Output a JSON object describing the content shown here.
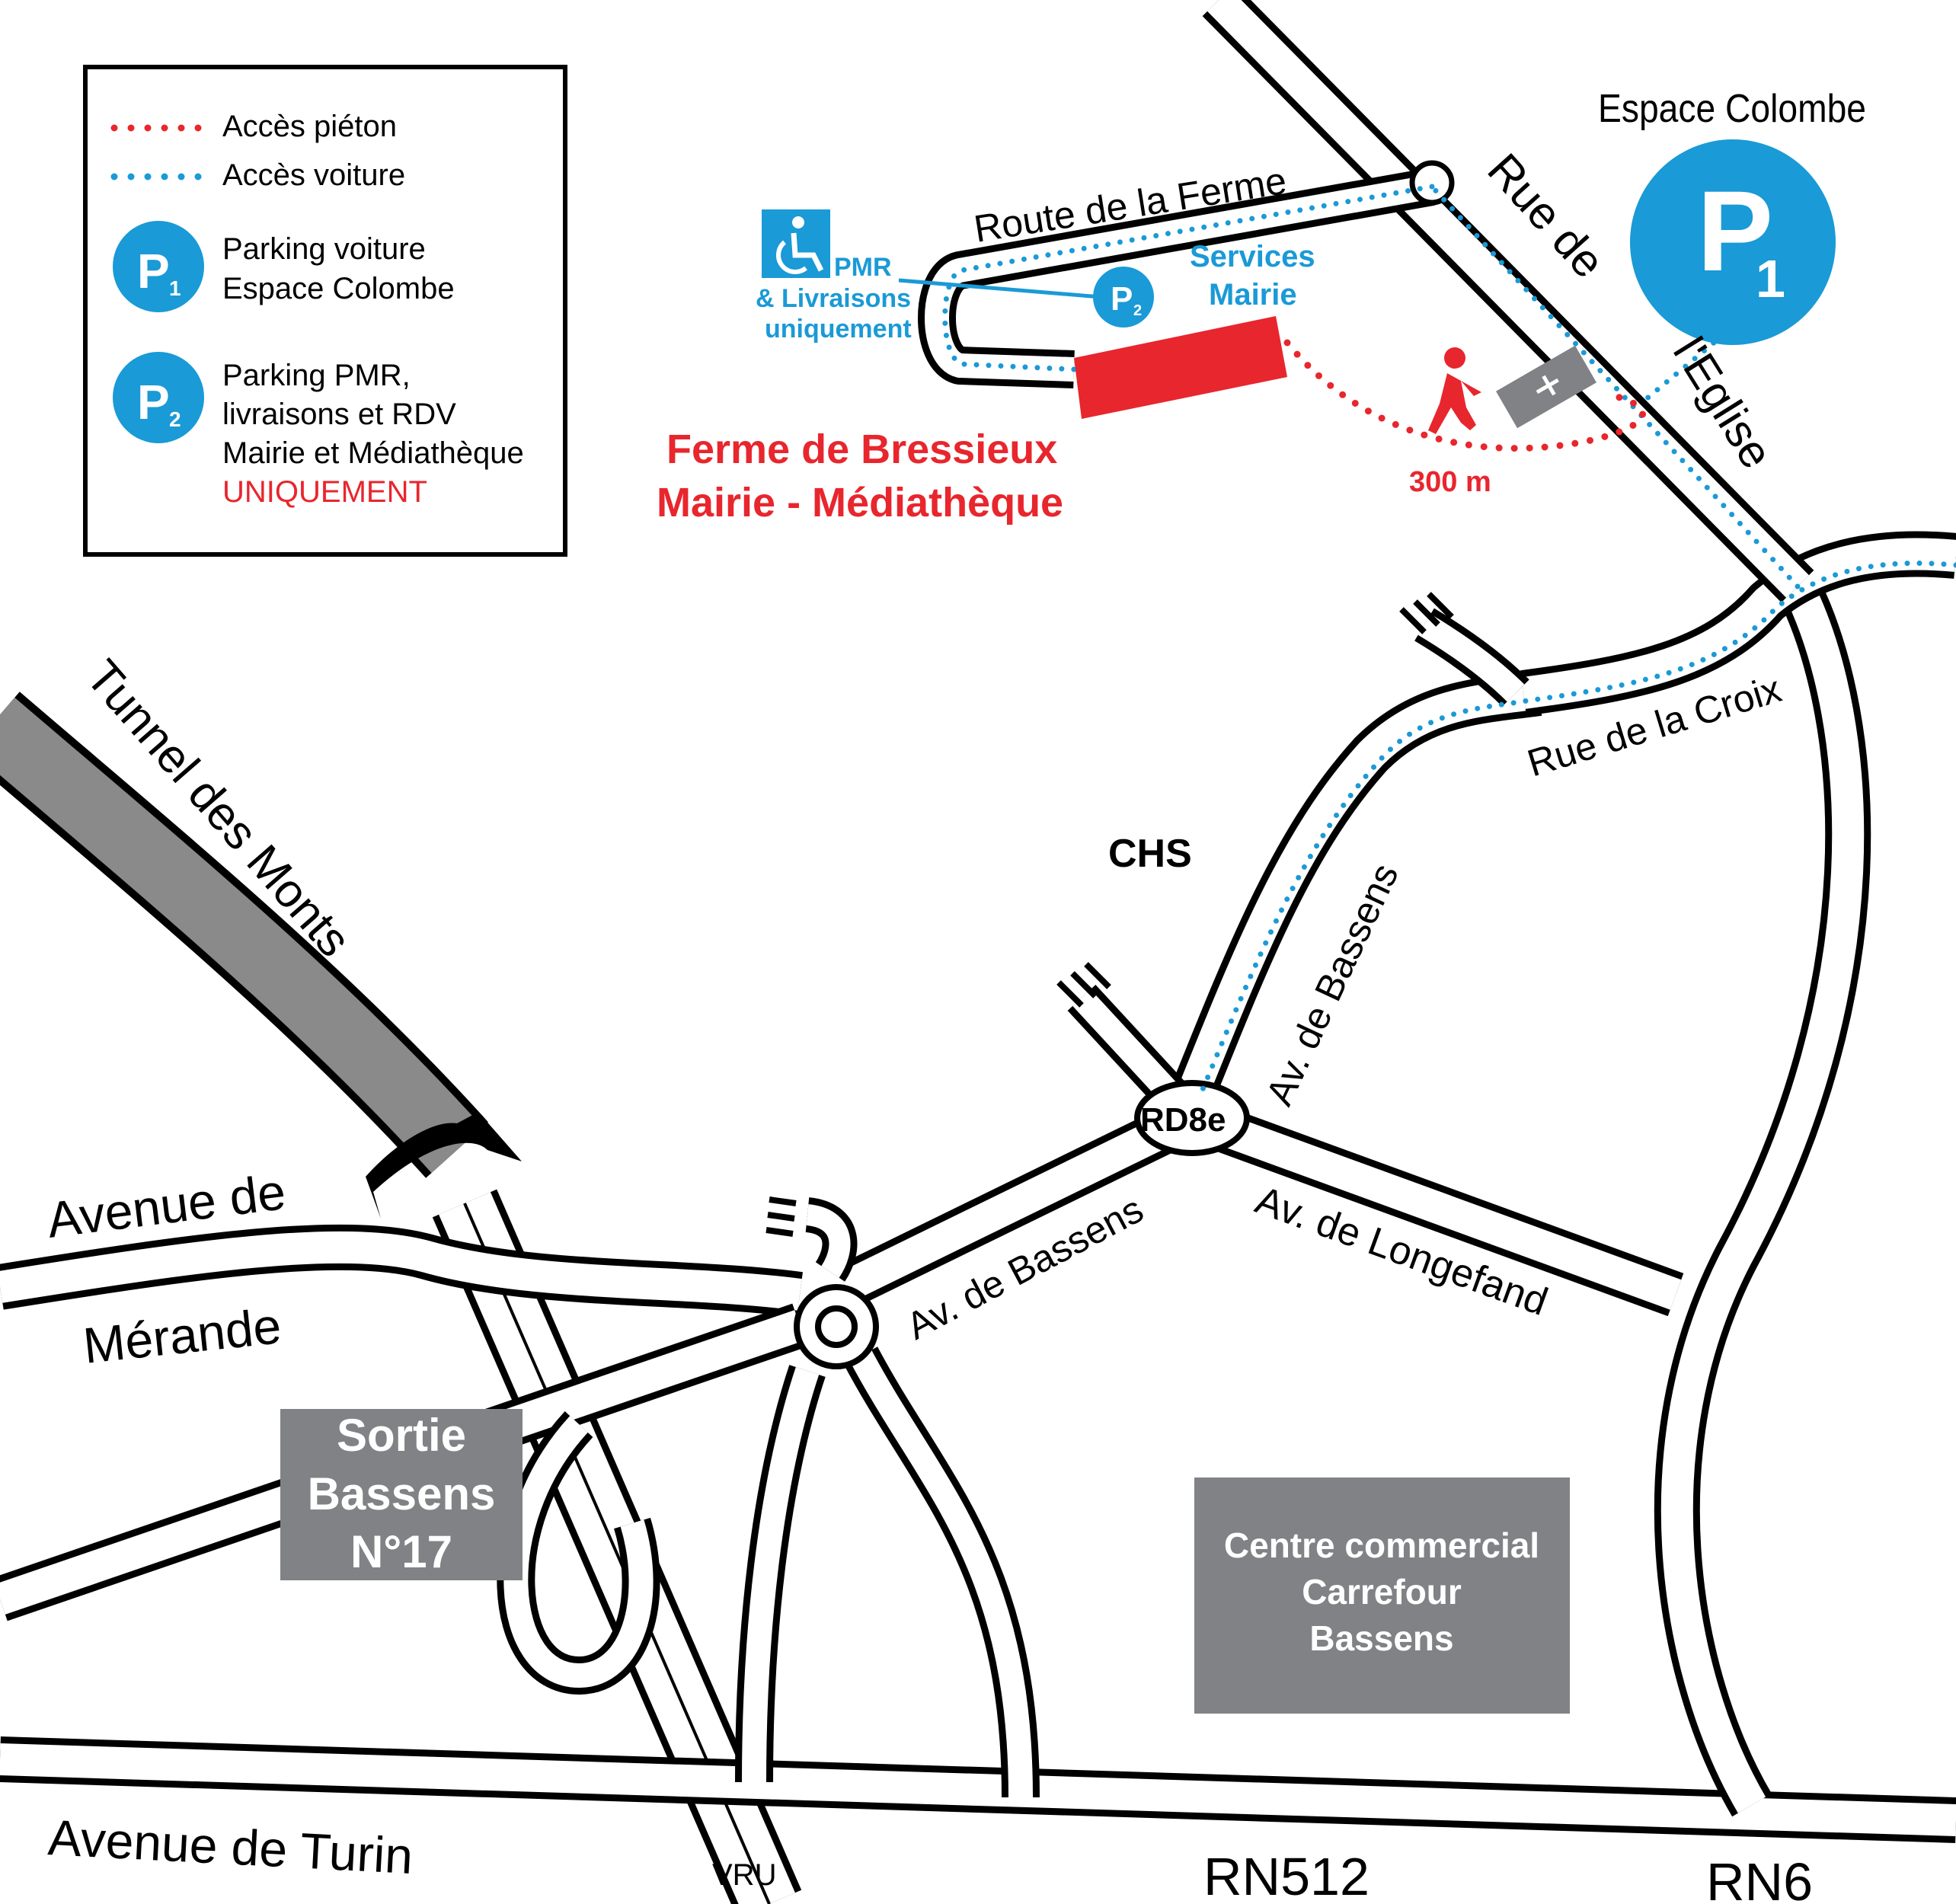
{
  "legend": {
    "pedestrian": "Accès piéton",
    "car": "Accès voiture",
    "p1_line1": "Parking voiture",
    "p1_line2": "Espace Colombe",
    "p2_line1": "Parking PMR,",
    "p2_line2": "livraisons et RDV",
    "p2_line3": "Mairie et Médiathèque",
    "p2_line4": "UNIQUEMENT",
    "p1_symbol": "P",
    "p1_sub": "1",
    "p2_symbol": "P",
    "p2_sub": "2"
  },
  "labels": {
    "espace_colombe": "Espace Colombe",
    "route_ferme": "Route de la Ferme",
    "rue_de": "Rue de",
    "eglise": "l'Eglise",
    "pmr_l1": "PMR",
    "pmr_l2": "& Livraisons",
    "pmr_l3": "uniquement",
    "services_l1": "Services",
    "services_l2": "Mairie",
    "ferme_l1": "Ferme de Bressieux",
    "ferme_l2": "Mairie - Médiathèque",
    "distance": "300 m",
    "rue_croix": "Rue de la Croix",
    "chs": "CHS",
    "tunnel": "Tunnel des Monts",
    "av_bassens_ne": "Av. de Bassens",
    "av_bassens_sw": "Av. de Bassens",
    "rd8e": "RD8e",
    "avenue_de": "Avenue de",
    "merande": "Mérande",
    "av_longefand": "Av. de Longefand",
    "sortie_l1": "Sortie",
    "sortie_l2": "Bassens",
    "sortie_l3": "N°17",
    "centre_l1": "Centre commercial",
    "centre_l2": "Carrefour",
    "centre_l3": "Bassens",
    "avenue_turin": "Avenue de Turin",
    "vru": "VRU",
    "rn512": "RN512",
    "rn6": "RN6"
  },
  "colors": {
    "blue": "#1a9ad6",
    "red": "#e8262d",
    "grey": "#808285",
    "road_outline": "#000000",
    "tunnel_grey": "#8a8a8a"
  },
  "icons": [
    "wheelchair-icon",
    "pedestrian-icon",
    "parking-p1-icon",
    "parking-p2-icon",
    "church-icon"
  ]
}
